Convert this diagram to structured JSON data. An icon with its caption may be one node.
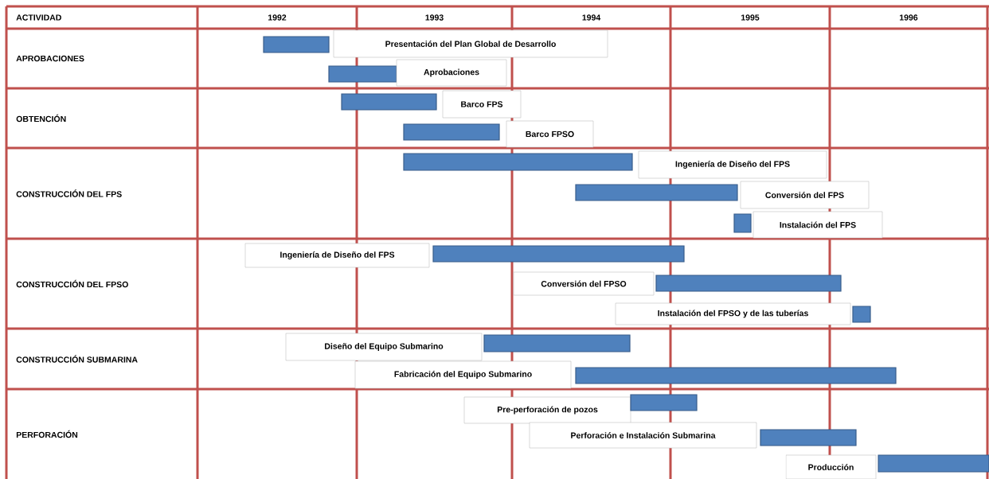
{
  "diagram": {
    "nodes": [
      {
        "text": [],
        "shape": "bar"
      },
      {
        "text": [
          "Presentación del Plan Global de Desarrollo"
        ]
      },
      {
        "text": [],
        "shape": "bar"
      },
      {
        "text": [
          "Aprobaciones"
        ]
      },
      {
        "text": [],
        "shape": "bar"
      },
      {
        "text": [
          "Barco FPS"
        ]
      },
      {
        "text": [],
        "shape": "bar"
      },
      {
        "text": [
          "Barco FPSO"
        ]
      },
      {
        "text": [],
        "shape": "bar"
      },
      {
        "text": [
          "Ingeniería de Diseño del FPS"
        ]
      },
      {
        "text": [],
        "shape": "bar"
      },
      {
        "text": [
          "Conversión del FPS"
        ]
      },
      {
        "text": [],
        "shape": "bar"
      },
      {
        "text": [
          "Instalación del FPS"
        ]
      },
      {
        "text": [
          "Ingeniería de Diseño del FPS"
        ]
      },
      {
        "text": [],
        "shape": "bar"
      },
      {
        "text": [
          "Conversión del FPSO"
        ]
      },
      {
        "text": [],
        "shape": "bar"
      },
      {
        "text": [
          "Instalación del FPSO y de las tuberías"
        ]
      },
      {
        "text": [],
        "shape": "bar"
      },
      {
        "text": [
          "Diseño del Equipo Submarino"
        ]
      },
      {
        "text": [],
        "shape": "bar"
      },
      {
        "text": [
          "Fabricación del Equipo Submarino"
        ]
      },
      {
        "text": [],
        "shape": "bar"
      },
      {
        "text": [
          "Pre-perforación de pozos"
        ]
      },
      {
        "text": [],
        "shape": "bar"
      },
      {
        "text": [
          "Perforación e Instalación Submarina"
        ]
      },
      {
        "text": [],
        "shape": "bar"
      },
      {
        "text": [
          "Producción"
        ]
      },
      {
        "text": [],
        "shape": "bar"
      }
    ],
    "labels": [
      "ACTIVIDAD",
      "1992",
      "1993",
      "1994",
      "1995",
      "1996",
      "APROBACIONES",
      "OBTENCIÓN",
      "CONSTRUCCIÓN DEL FPS",
      "CONSTRUCCIÓN DEL FPSO",
      "CONSTRUCCIÓN SUBMARINA",
      "PERFORACIÓN"
    ]
  }
}
